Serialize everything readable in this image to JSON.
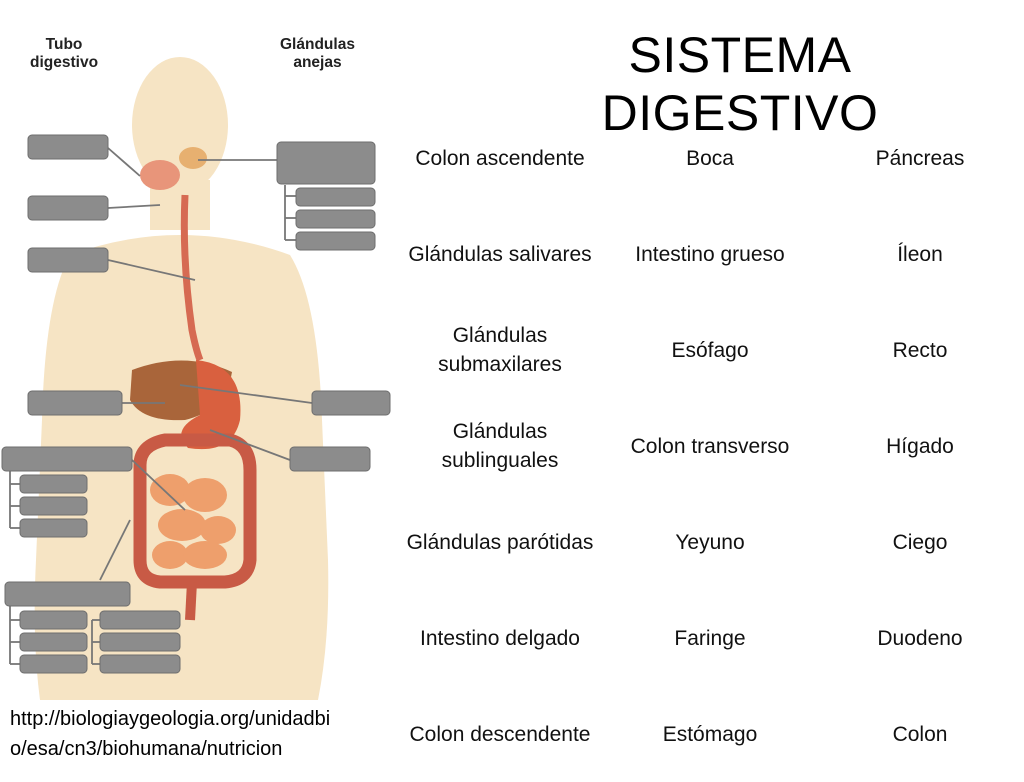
{
  "title": "SISTEMA DIGESTIVO",
  "diagram": {
    "tubo_label": "Tubo\ndigestivo",
    "glandulas_label": "Glándulas\nanejas",
    "body_color": "#f6e4c4",
    "organ_color": "#e07a55",
    "label_box_color": "#8c8c8c"
  },
  "word_bank": [
    [
      "Colon ascendente",
      "Boca",
      "Páncreas"
    ],
    [
      "Glándulas salivares",
      "Intestino grueso",
      "Íleon"
    ],
    [
      "Glándulas submaxilares",
      "Esófago",
      "Recto"
    ],
    [
      "Glándulas sublinguales",
      "Colon transverso",
      "Hígado"
    ],
    [
      "Glándulas parótidas",
      "Yeyuno",
      "Ciego"
    ],
    [
      "Intestino delgado",
      "Faringe",
      "Duodeno"
    ],
    [
      "Colon descendente",
      "Estómago",
      "Colon"
    ]
  ],
  "source_url": "http://biologiaygeologia.org/unidadbio/esa/cn3/biohumana/nutricion"
}
